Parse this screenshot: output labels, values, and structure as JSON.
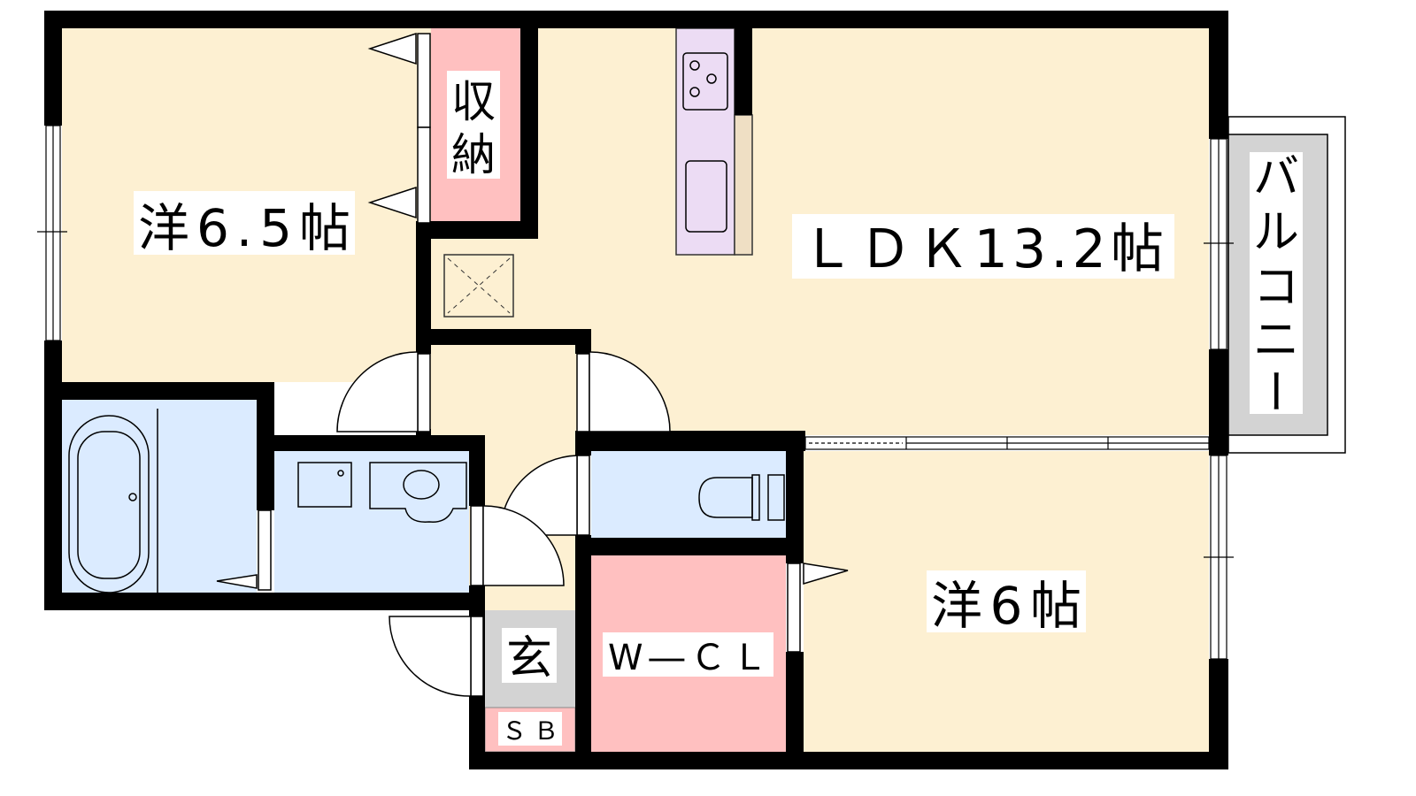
{
  "title": "Floor plan",
  "rooms": {
    "western_a": {
      "label": "洋6.5帖"
    },
    "storage": {
      "label_1": "収",
      "label_2": "納"
    },
    "ldk": {
      "label": "ＬＤＫ13.2帖"
    },
    "balcony": {
      "label_1": "バ",
      "label_2": "ル",
      "label_3": "コ",
      "label_4": "ニ",
      "label_5": "ー"
    },
    "western_b": {
      "label": "洋6帖"
    },
    "walk_in_closet": {
      "label": "W―ＣＬ"
    },
    "entrance": {
      "label": "玄"
    },
    "shoe_box": {
      "label": "ＳＢ"
    }
  },
  "colors": {
    "room": "#fdf0d2",
    "wet": "#dbebff",
    "storage": "#ffc0c0",
    "kitchen": "#ecdcf4",
    "entrance": "#d3d3d3",
    "balcony": "#d3d3d3",
    "wall": "#000000"
  }
}
